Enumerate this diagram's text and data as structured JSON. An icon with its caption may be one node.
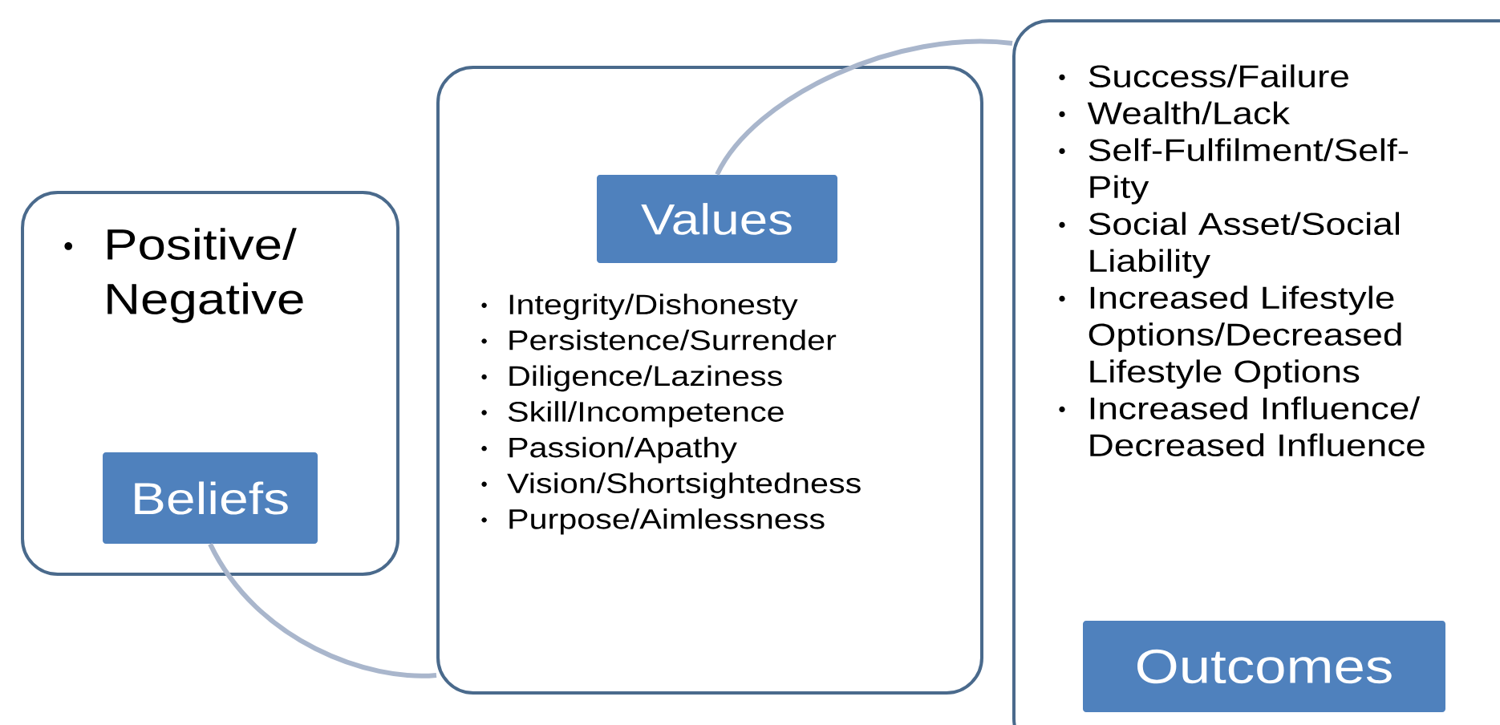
{
  "diagram": {
    "nodes": [
      {
        "text": [
          "Positive/ Negative"
        ]
      },
      {
        "text": [
          "Beliefs"
        ],
        "in": 0
      },
      {
        "text": [
          "Integrity/Dishonesty",
          "Persistence/Surrender",
          "Diligence/Laziness",
          "Skill/Incompetence",
          "Passion/Apathy",
          "Vision/Shortsightedness",
          "Purpose/Aimlessness"
        ]
      },
      {
        "text": [
          "Values"
        ],
        "in": 2
      },
      {
        "text": [
          "Success/Failure",
          "Wealth/Lack",
          "Self-Fulfilment/Self-Pity",
          "Social Asset/Social Liability",
          "Increased Lifestyle Options/Decreased Lifestyle Options",
          "Increased Influence/ Decreased Influence"
        ]
      },
      {
        "text": [
          "Outcomes"
        ],
        "in": 4
      }
    ],
    "edges": [
      {
        "from": 1,
        "to": 2,
        "arrow": "none"
      },
      {
        "from": 3,
        "to": 4,
        "arrow": "none"
      }
    ]
  }
}
